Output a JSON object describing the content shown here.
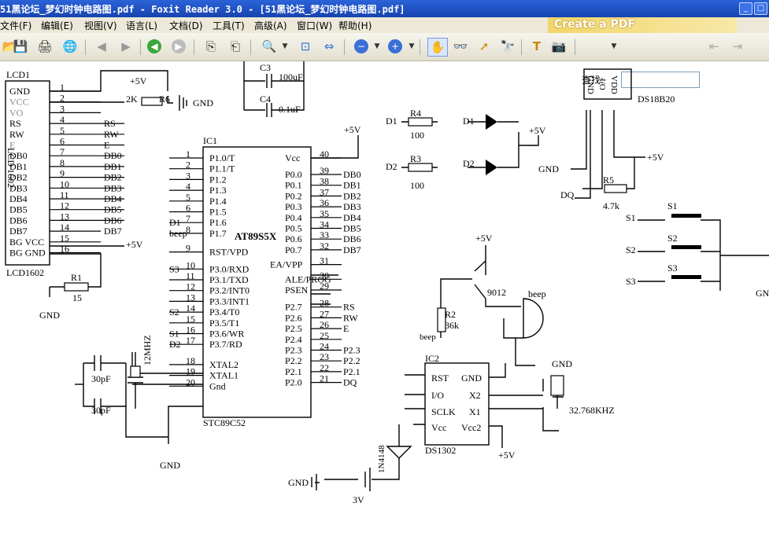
{
  "window": {
    "title": "51黑论坛_梦幻时钟电路图.pdf - Foxit Reader 3.0 - [51黑论坛_梦幻时钟电路图.pdf]"
  },
  "menu": [
    "文件(F)",
    "编辑(E)",
    "视图(V)",
    "语言(L)",
    "文档(D)",
    "工具(T)",
    "高级(A)",
    "窗口(W)",
    "帮助(H)"
  ],
  "toolbar": {
    "find_label": "查找:",
    "find_value": "",
    "banner": "Create a PDF"
  },
  "schematic": {
    "lcd": {
      "name": "LCD1",
      "model": "LCD1602",
      "side": "LCD 1602",
      "pins": [
        {
          "name": "GND",
          "num": "1",
          "net": ""
        },
        {
          "name": "VCC",
          "num": "2",
          "net": ""
        },
        {
          "name": "VO",
          "num": "3",
          "net": ""
        },
        {
          "name": "RS",
          "num": "4",
          "net": "RS"
        },
        {
          "name": "RW",
          "num": "5",
          "net": "RW"
        },
        {
          "name": "E",
          "num": "6",
          "net": "E"
        },
        {
          "name": "DB0",
          "num": "7",
          "net": "DB0"
        },
        {
          "name": "DB1",
          "num": "8",
          "net": "DB1"
        },
        {
          "name": "DB2",
          "num": "9",
          "net": "DB2"
        },
        {
          "name": "DB3",
          "num": "10",
          "net": "DB3"
        },
        {
          "name": "DB4",
          "num": "11",
          "net": "DB4"
        },
        {
          "name": "DB5",
          "num": "12",
          "net": "DB5"
        },
        {
          "name": "DB6",
          "num": "13",
          "net": "DB6"
        },
        {
          "name": "DB7",
          "num": "14",
          "net": "DB7"
        },
        {
          "name": "BG VCC",
          "num": "15",
          "net": ""
        },
        {
          "name": "BG GND",
          "num": "16",
          "net": ""
        }
      ]
    },
    "mcu": {
      "ref": "IC1",
      "model": "AT89S5X",
      "part": "STC89C52",
      "left_pins": [
        {
          "num": "1",
          "name": "P1.0/T",
          "net": ""
        },
        {
          "num": "2",
          "name": "P1.1/T",
          "net": ""
        },
        {
          "num": "3",
          "name": "P1.2",
          "net": ""
        },
        {
          "num": "4",
          "name": "P1.3",
          "net": ""
        },
        {
          "num": "5",
          "name": "P1.4",
          "net": ""
        },
        {
          "num": "6",
          "name": "P1.5",
          "net": ""
        },
        {
          "num": "7",
          "name": "P1.6",
          "net": "D1"
        },
        {
          "num": "8",
          "name": "P1.7",
          "net": "beep"
        },
        {
          "num": "9",
          "name": "RST/VPD",
          "net": ""
        },
        {
          "num": "10",
          "name": "P3.0/RXD",
          "net": "S3"
        },
        {
          "num": "11",
          "name": "P3.1/TXD",
          "net": ""
        },
        {
          "num": "12",
          "name": "P3.2/INT0",
          "net": ""
        },
        {
          "num": "13",
          "name": "P3.3/INT1",
          "net": ""
        },
        {
          "num": "14",
          "name": "P3.4/T0",
          "net": "S2"
        },
        {
          "num": "15",
          "name": "P3.5/T1",
          "net": ""
        },
        {
          "num": "16",
          "name": "P3.6/WR",
          "net": "S1"
        },
        {
          "num": "17",
          "name": "P3.7/RD",
          "net": "D2"
        },
        {
          "num": "18",
          "name": "XTAL2",
          "net": ""
        },
        {
          "num": "19",
          "name": "XTAL1",
          "net": ""
        },
        {
          "num": "20",
          "name": "Gnd",
          "net": ""
        }
      ],
      "right_pins": [
        {
          "num": "40",
          "name": "Vcc",
          "net": ""
        },
        {
          "num": "39",
          "name": "P0.0",
          "net": "DB0"
        },
        {
          "num": "38",
          "name": "P0.1",
          "net": "DB1"
        },
        {
          "num": "37",
          "name": "P0.2",
          "net": "DB2"
        },
        {
          "num": "36",
          "name": "P0.3",
          "net": "DB3"
        },
        {
          "num": "35",
          "name": "P0.4",
          "net": "DB4"
        },
        {
          "num": "34",
          "name": "P0.5",
          "net": "DB5"
        },
        {
          "num": "33",
          "name": "P0.6",
          "net": "DB6"
        },
        {
          "num": "32",
          "name": "P0.7",
          "net": "DB7"
        },
        {
          "num": "31",
          "name": "EA/VPP",
          "net": ""
        },
        {
          "num": "30",
          "name": "ALE/PROG",
          "net": ""
        },
        {
          "num": "29",
          "name": "PSEN",
          "net": ""
        },
        {
          "num": "28",
          "name": "P2.7",
          "net": "RS"
        },
        {
          "num": "27",
          "name": "P2.6",
          "net": "RW"
        },
        {
          "num": "26",
          "name": "P2.5",
          "net": "E"
        },
        {
          "num": "25",
          "name": "P2.4",
          "net": ""
        },
        {
          "num": "24",
          "name": "P2.3",
          "net": "P2.3"
        },
        {
          "num": "23",
          "name": "P2.2",
          "net": "P2.2"
        },
        {
          "num": "22",
          "name": "P2.1",
          "net": "P2.1"
        },
        {
          "num": "21",
          "name": "P2.0",
          "net": "DQ"
        }
      ]
    },
    "labels": {
      "plus5v": "+5V",
      "gnd": "GND",
      "c3": "C3",
      "c3_val": "100uF",
      "c4": "C4",
      "c4_val": "0.1uF",
      "r6": "R6",
      "r6_val": "2K",
      "r1": "R1",
      "r1_val": "15",
      "r4": "R4",
      "r3": "R3",
      "r_val_100": "100",
      "d1_net": "D1",
      "d2_net": "D2",
      "d1": "D1",
      "d2": "D2",
      "ds18b20": "DS18B20",
      "ds_gnd": "GND",
      "ds_io": "I/O",
      "ds_vdd": "VDD",
      "r5": "R5",
      "r5_val": "4.7k",
      "dq": "DQ",
      "s1": "S1",
      "s2": "S2",
      "s3": "S3",
      "q_model": "9012",
      "beep": "beep",
      "r2": "R2",
      "r2_val": "36k",
      "cap30": "30pF",
      "xtal12": "12MHZ",
      "ic2": "IC2",
      "ds1302": "DS1302",
      "ds1302_pins": {
        "rst": "RST",
        "io": "I/O",
        "sclk": "SCLK",
        "vcc": "Vcc",
        "gnd": "GND",
        "x2": "X2",
        "x1": "X1",
        "vcc2": "Vcc2"
      },
      "xtal32": "32.768KHZ",
      "diode": "1N4148",
      "bat": "3V",
      "plus": "+"
    }
  }
}
